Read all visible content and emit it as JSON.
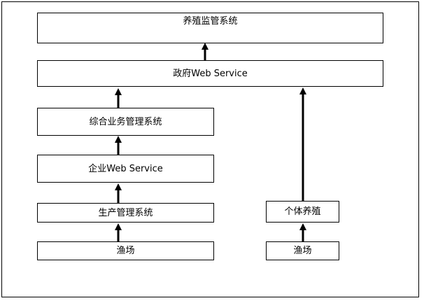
{
  "diagram": {
    "nodes": {
      "supervision_system": "养殖监管系统",
      "gov_web_service": "政府Web Service",
      "integrated_business_system": "综合业务管理系统",
      "enterprise_web_service": "企业Web Service",
      "production_management_system": "生产管理系统",
      "fishery_left": "渔场",
      "individual_farming": "个体养殖",
      "fishery_right": "渔场"
    },
    "edges": [
      {
        "from": "fishery_left",
        "to": "production_management_system"
      },
      {
        "from": "production_management_system",
        "to": "enterprise_web_service"
      },
      {
        "from": "enterprise_web_service",
        "to": "integrated_business_system"
      },
      {
        "from": "integrated_business_system",
        "to": "gov_web_service"
      },
      {
        "from": "fishery_right",
        "to": "individual_farming"
      },
      {
        "from": "individual_farming",
        "to": "gov_web_service"
      },
      {
        "from": "gov_web_service",
        "to": "supervision_system"
      }
    ]
  }
}
